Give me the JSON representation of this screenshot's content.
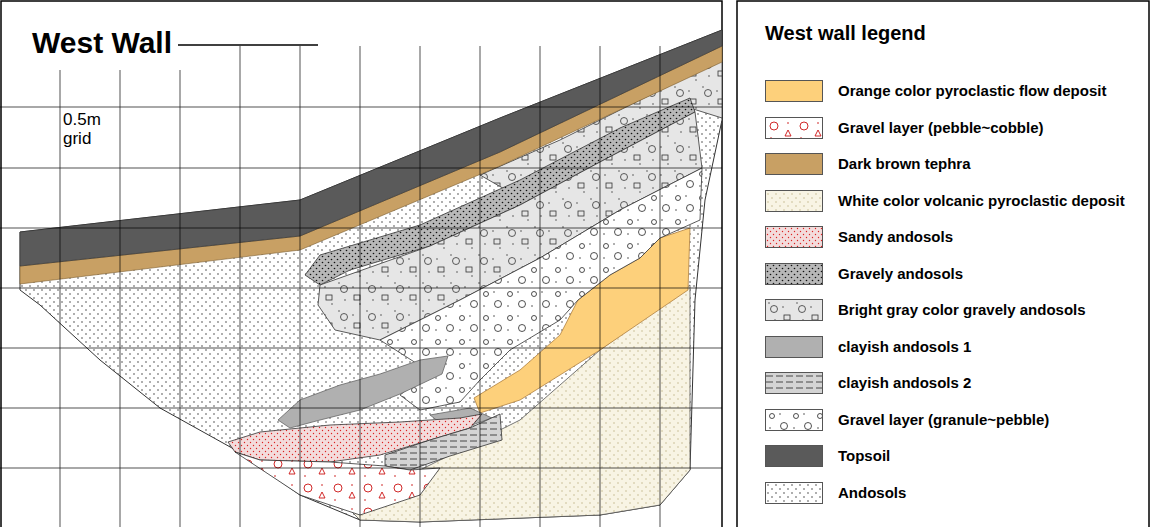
{
  "diagram": {
    "title": "West Wall",
    "labels": [
      "0.5m grid",
      "West wall legend"
    ],
    "legend": [
      {
        "text": "Orange color pyroclastic flow deposit",
        "color": "#fdd07b"
      },
      {
        "text": "Gravel layer (pebble~cobble)"
      },
      {
        "text": "Dark brown tephra",
        "color": "#c8a064"
      },
      {
        "text": "White color volcanic pyroclastic deposit"
      },
      {
        "text": "Sandy andosols"
      },
      {
        "text": "Gravely andosols"
      },
      {
        "text": "Bright gray color gravely andosols"
      },
      {
        "text": "clayish andosols 1",
        "color": "#b0b0b0"
      },
      {
        "text": "clayish andosols 2"
      },
      {
        "text": "Gravel layer (granule~pebble)"
      },
      {
        "text": "Topsoil",
        "color": "#5a5a5a"
      },
      {
        "text": "Andosols"
      }
    ]
  }
}
